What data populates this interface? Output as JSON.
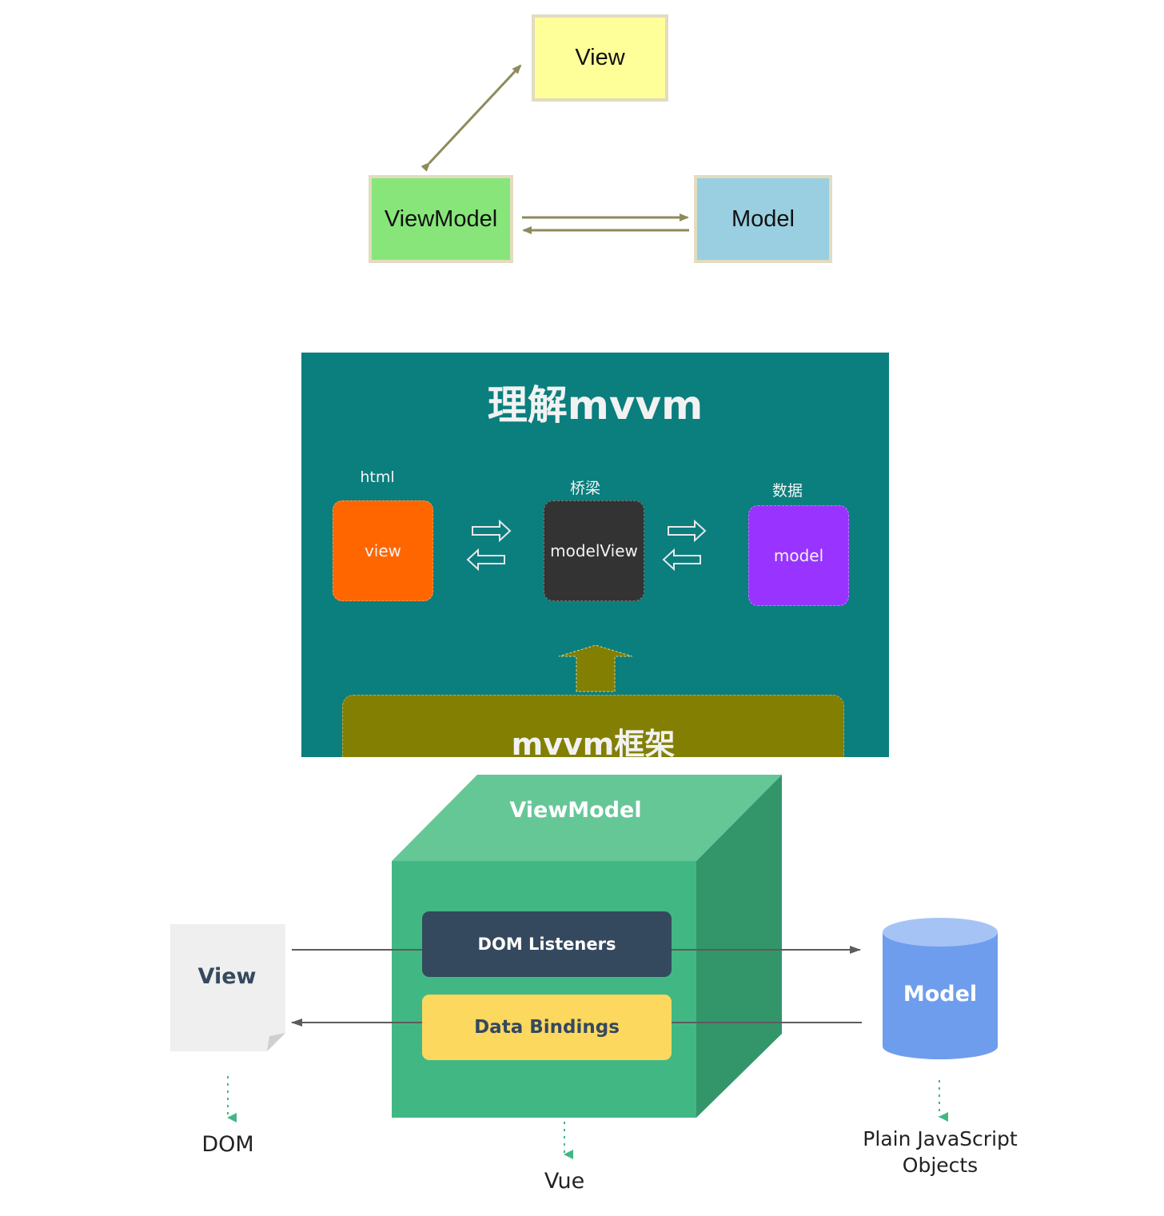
{
  "diagram1": {
    "view": "View",
    "viewmodel": "ViewModel",
    "model": "Model",
    "colors": {
      "view": "#ffff99",
      "viewmodel": "#88e57a",
      "model": "#99cfe0",
      "border": "#e2dcc0",
      "arrow": "#8f8a5c"
    }
  },
  "diagram2": {
    "title": "理解mvvm",
    "captions": {
      "html": "html",
      "bridge": "桥梁",
      "data": "数据"
    },
    "boxes": {
      "view": "view",
      "modelview": "modelView",
      "model": "model"
    },
    "framework": "mvvm框架",
    "colors": {
      "background": "#0b7e7e",
      "view": "#ff6600",
      "modelview": "#333333",
      "model": "#9933ff",
      "framework": "#827f03"
    }
  },
  "diagram3": {
    "cube_title": "ViewModel",
    "dom_listeners": "DOM Listeners",
    "data_bindings": "Data Bindings",
    "view": "View",
    "model": "Model",
    "dom": "DOM",
    "vue": "Vue",
    "plain_js_line1": "Plain JavaScript",
    "plain_js_line2": "Objects",
    "colors": {
      "cube_front": "#41b883",
      "cube_top": "#66c796",
      "cube_side": "#33966a",
      "listeners": "#35495e",
      "bindings": "#fcd85f",
      "model": "#6f9ded"
    }
  }
}
